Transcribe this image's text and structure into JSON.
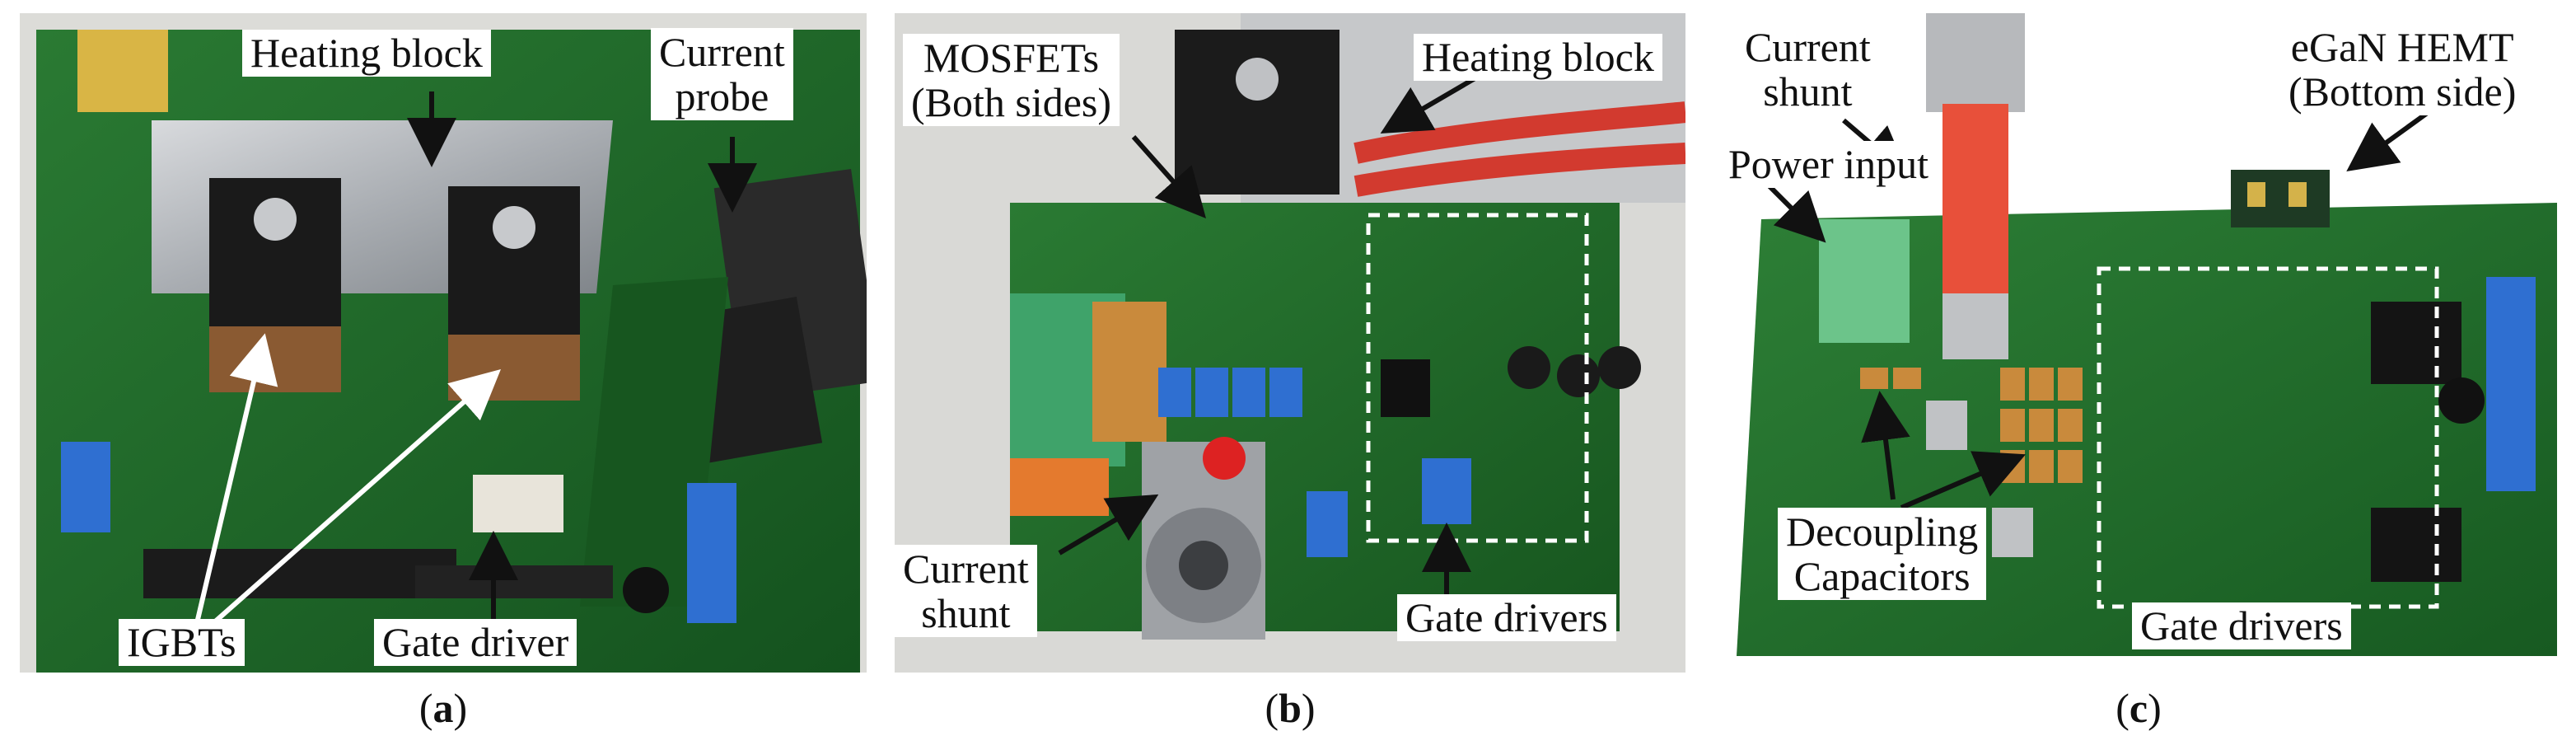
{
  "panels": {
    "a": {
      "tag": "a",
      "labels": {
        "heating_block": "Heating block",
        "current_probe_1": "Current",
        "current_probe_2": "probe",
        "igbts": "IGBTs",
        "gate_driver": "Gate driver"
      }
    },
    "b": {
      "tag": "b",
      "labels": {
        "mosfets_1": "MOSFETs",
        "mosfets_2": "(Both sides)",
        "heating_block": "Heating block",
        "current_shunt_1": "Current",
        "current_shunt_2": "shunt",
        "gate_drivers": "Gate drivers"
      }
    },
    "c": {
      "tag": "c",
      "labels": {
        "current_shunt_1": "Current",
        "current_shunt_2": "shunt",
        "egan_1": "eGaN HEMT",
        "egan_2": "(Bottom side)",
        "power_input": "Power input",
        "decoupling_1": "Decoupling",
        "decoupling_2": "Capacitors",
        "gate_drivers": "Gate drivers"
      }
    }
  },
  "colors": {
    "pcb_green": "#1f6b2a",
    "heat_block": "#b9bcc0",
    "terminal_green": "#3fa36a",
    "terminal_blue": "#2f6fd1",
    "cap_orange": "#c98a3c"
  }
}
